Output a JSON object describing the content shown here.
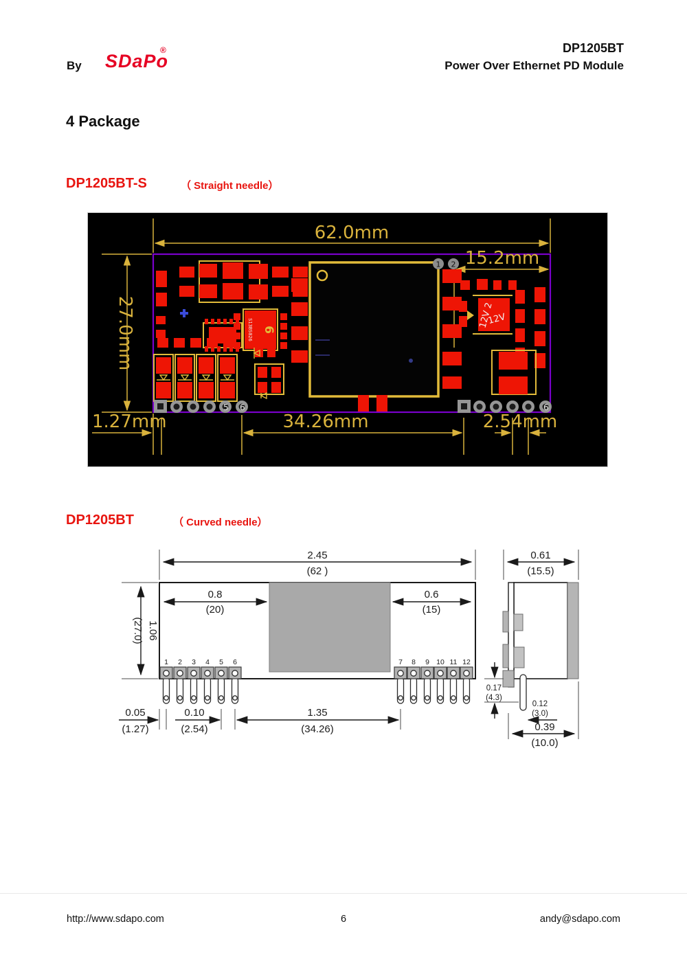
{
  "colors": {
    "brand_red": "#e60023",
    "heading_red": "#e8140f",
    "pcb_gold": "#d9b23c",
    "pcb_purple": "#7a00cc",
    "pcb_pad_red": "#ee1505",
    "drawing_gray": "#a9a9a9"
  },
  "header": {
    "by": "By",
    "brand": "SDaPo",
    "registered": "®",
    "product": "DP1205BT",
    "subtitle": "Power Over Ethernet PD Module"
  },
  "section_title": "4 Package",
  "straight": {
    "name": "DP1205BT-S",
    "note": "（ Straight needle）",
    "dims": {
      "width": "62.0mm",
      "right_offset": "15.2mm",
      "height": "27.0mm",
      "edge_pitch": "1.27mm",
      "row_span": "34.26mm",
      "pin_pitch": "2.54mm"
    },
    "labels": {
      "pad5_left": "5",
      "pad6_left": "6",
      "pad6_right": "6",
      "marker1": "1",
      "marker2": "2",
      "ic_mark": "6",
      "ic_code": "S13BS026",
      "chip_line1": "12V 2",
      "chip_line2": "12V"
    }
  },
  "curved": {
    "name": "DP1205BT",
    "note": "（ Curved needle）",
    "front": {
      "total_in": "2.45",
      "total_mm": "(62  )",
      "left_in": "0.8",
      "left_mm": "(20)",
      "right_in": "0.6",
      "right_mm": "(15)",
      "height_in": "1.06",
      "height_mm": "(27.0)",
      "pins_left": [
        "1",
        "2",
        "3",
        "4",
        "5",
        "6"
      ],
      "pins_right": [
        "7",
        "8",
        "9",
        "10",
        "11",
        "12"
      ],
      "edge_in": "0.05",
      "edge_mm": "(1.27)",
      "pitch_in": "0.10",
      "pitch_mm": "(2.54)",
      "span_in": "1.35",
      "span_mm": "(34.26)"
    },
    "side": {
      "width_in": "0.61",
      "width_mm": "(15.5)",
      "bend_in": "0.17",
      "bend_mm": "(4.3)",
      "pin_in": "0.12",
      "pin_mm": "(3.0)",
      "depth_in": "0.39",
      "depth_mm": "(10.0)"
    }
  },
  "footer": {
    "url": "http://www.sdapo.com",
    "page_number": "6",
    "email": "andy@sdapo.com"
  }
}
